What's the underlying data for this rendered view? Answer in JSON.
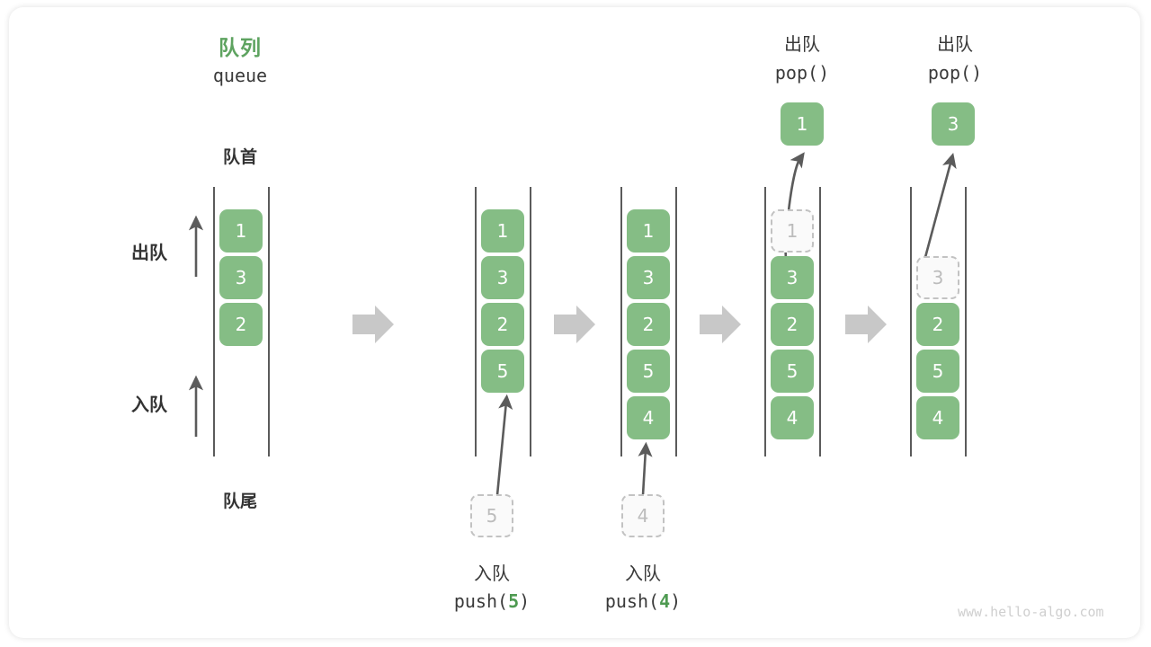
{
  "watermark": "www.hello-algo.com",
  "colors": {
    "node_green": "#85bd85",
    "title_green": "#5ea360",
    "ghost_border": "#c2c2c2",
    "rail": "#5b5b5b",
    "transition_arrow": "#c8c8c8",
    "text": "#333333"
  },
  "title": {
    "cn": "队列",
    "en": "queue"
  },
  "labels": {
    "front": "队首",
    "rear": "队尾",
    "dequeue": "出队",
    "enqueue": "入队"
  },
  "headers": [
    {
      "cn": "出队",
      "code_prefix": "pop(",
      "code_arg": "",
      "code_suffix": ")"
    },
    {
      "cn": "出队",
      "code_prefix": "pop(",
      "code_arg": "",
      "code_suffix": ")"
    }
  ],
  "footers": [
    {
      "cn": "入队",
      "code_prefix": "push(",
      "code_arg": "5",
      "code_suffix": ")"
    },
    {
      "cn": "入队",
      "code_prefix": "push(",
      "code_arg": "4",
      "code_suffix": ")"
    }
  ],
  "columns": [
    {
      "id": "initial",
      "nodes": [
        {
          "value": "1",
          "state": "filled"
        },
        {
          "value": "3",
          "state": "filled"
        },
        {
          "value": "2",
          "state": "filled"
        }
      ]
    },
    {
      "id": "after-push-5",
      "nodes": [
        {
          "value": "1",
          "state": "filled"
        },
        {
          "value": "3",
          "state": "filled"
        },
        {
          "value": "2",
          "state": "filled"
        },
        {
          "value": "5",
          "state": "filled"
        }
      ],
      "incoming": {
        "value": "5",
        "state": "ghost"
      }
    },
    {
      "id": "after-push-4",
      "nodes": [
        {
          "value": "1",
          "state": "filled"
        },
        {
          "value": "3",
          "state": "filled"
        },
        {
          "value": "2",
          "state": "filled"
        },
        {
          "value": "5",
          "state": "filled"
        },
        {
          "value": "4",
          "state": "filled"
        }
      ],
      "incoming": {
        "value": "4",
        "state": "ghost"
      }
    },
    {
      "id": "after-pop-1",
      "popped": {
        "value": "1",
        "state": "filled"
      },
      "nodes": [
        {
          "value": "1",
          "state": "ghost"
        },
        {
          "value": "3",
          "state": "filled"
        },
        {
          "value": "2",
          "state": "filled"
        },
        {
          "value": "5",
          "state": "filled"
        },
        {
          "value": "4",
          "state": "filled"
        }
      ]
    },
    {
      "id": "after-pop-3",
      "popped": {
        "value": "3",
        "state": "filled"
      },
      "nodes": [
        {
          "value": "3",
          "state": "ghost"
        },
        {
          "value": "2",
          "state": "filled"
        },
        {
          "value": "5",
          "state": "filled"
        },
        {
          "value": "4",
          "state": "filled"
        }
      ]
    }
  ]
}
